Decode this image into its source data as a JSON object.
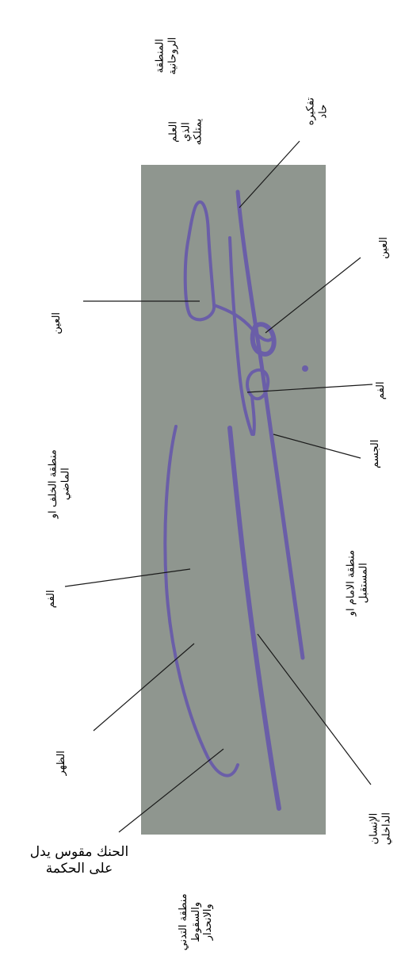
{
  "colors": {
    "paper": "#8f968f",
    "ink": "#6a5ea8",
    "leader": "#1a1a1a"
  },
  "labels": {
    "spiritual_zone": "المنطقة\nالروحانية",
    "thinking_sharp": "تفكيره\nحاد",
    "knowledge": "العلم\nالذي\nيمتلكه",
    "eye_left": "العين",
    "eye_right": "العين",
    "mouth_right": "الفم",
    "body": "الجسم",
    "back_past_zone": "منطقة الخلف او\nالماضي",
    "mouth_left": "الفم",
    "front_future_zone": "منطقة الامام او\nالمستقبل",
    "inner_human": "الإنسان\nالداخلي",
    "back": "الظهر",
    "jaw_arc": "الحنك مقوس يدل\nعلى الحكمة",
    "submission_zone": "منطقة التدني\nوالسقوط\nوالانحدار"
  }
}
